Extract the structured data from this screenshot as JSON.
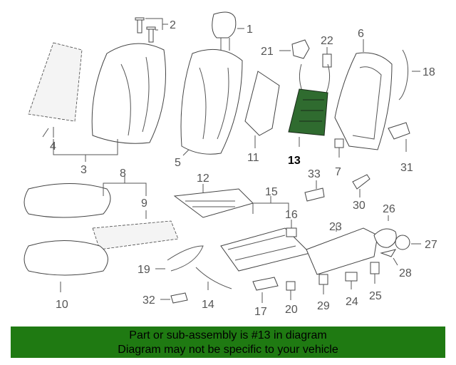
{
  "callouts": {
    "c1": "1",
    "c2": "2",
    "c3": "3",
    "c4": "4",
    "c5": "5",
    "c6": "6",
    "c7": "7",
    "c8": "8",
    "c9": "9",
    "c10": "10",
    "c11": "11",
    "c12": "12",
    "c13": "13",
    "c14": "14",
    "c15": "15",
    "c16": "16",
    "c17": "17",
    "c18": "18",
    "c19": "19",
    "c20": "20",
    "c21": "21",
    "c22": "22",
    "c23": "23",
    "c24": "24",
    "c25": "25",
    "c26": "26",
    "c27": "27",
    "c28": "28",
    "c29": "29",
    "c30": "30",
    "c31": "31",
    "c32": "32",
    "c33": "33"
  },
  "highlight_color": "#2f6b2f",
  "banner": {
    "line1": "Part or sub-assembly is #13 in diagram",
    "line2": "Diagram may not be specific to your vehicle",
    "color": "#1f7a12"
  }
}
